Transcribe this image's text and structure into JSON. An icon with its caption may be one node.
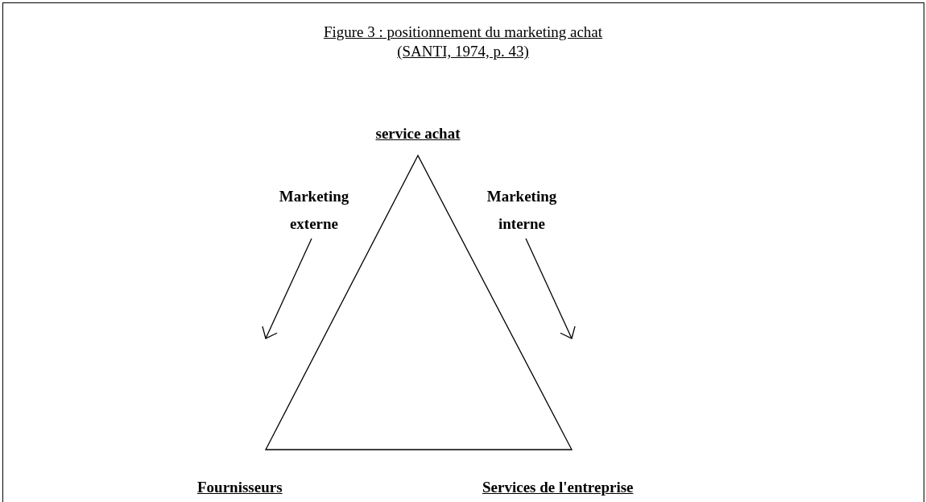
{
  "diagram": {
    "title": "Figure 3 : positionnement du marketing achat (SANTI, 1974, p. 43)",
    "nodes": [
      {
        "text": [
          "Marketing externe"
        ]
      },
      {
        "text": [
          "Marketing interne"
        ]
      }
    ],
    "edges": [
      {
        "from": 0,
        "to": null,
        "arrow": "to"
      },
      {
        "from": 1,
        "to": null,
        "arrow": "to"
      }
    ],
    "labels": [
      "service achat",
      "Fournisseurs",
      "Services de l'entreprise"
    ]
  }
}
